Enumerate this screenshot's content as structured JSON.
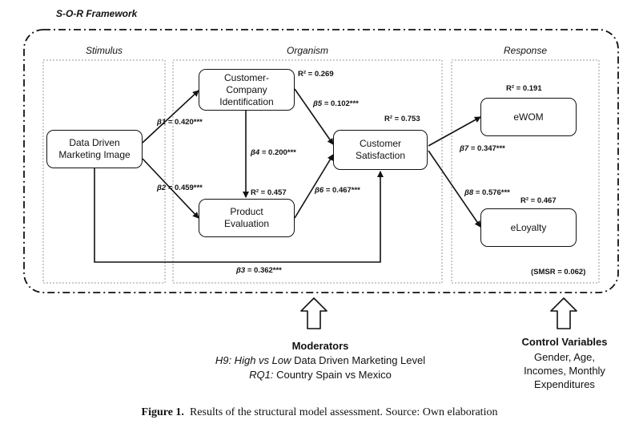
{
  "framework_title": "S-O-R Framework",
  "sections": {
    "stimulus": "Stimulus",
    "organism": "Organism",
    "response": "Response"
  },
  "nodes": {
    "ddmi": "Data Driven\nMarketing Image",
    "cci": "Customer-\nCompany\nIdentification",
    "pe": "Product\nEvaluation",
    "cs": "Customer\nSatisfaction",
    "ewom": "eWOM",
    "eloyalty": "eLoyalty"
  },
  "paths": {
    "b1": {
      "symbol": "β1",
      "value": "= 0.420***"
    },
    "b2": {
      "symbol": "β2",
      "value": "= 0.459***"
    },
    "b3": {
      "symbol": "β3",
      "value": "= 0.362***"
    },
    "b4": {
      "symbol": "β4",
      "value": "= 0.200***"
    },
    "b5": {
      "symbol": "β5",
      "value": "= 0.102***"
    },
    "b6": {
      "symbol": "β6",
      "value": "= 0.467***"
    },
    "b7": {
      "symbol": "β7",
      "value": "= 0.347***"
    },
    "b8": {
      "symbol": "β8",
      "value": "= 0.576***"
    }
  },
  "r_squared": {
    "cci": "R² = 0.269",
    "pe": "R² = 0.457",
    "cs": "R² = 0.753",
    "ewom": "R² = 0.191",
    "eloyalty": "R² = 0.467"
  },
  "smsr": "(SMSR = 0.062)",
  "moderators": {
    "title": "Moderators",
    "h9_italic": "H9: High vs Low",
    "h9_rest": " Data Driven Marketing Level",
    "rq1_italic": "RQ1:",
    "rq1_rest": " Country Spain vs Mexico"
  },
  "control_variables": {
    "title": "Control Variables",
    "body": "Gender, Age,\nIncomes, Monthly\nExpenditures"
  },
  "caption": {
    "label": "Figure 1.",
    "text": "  Results of the structural model assessment. Source: Own elaboration"
  }
}
